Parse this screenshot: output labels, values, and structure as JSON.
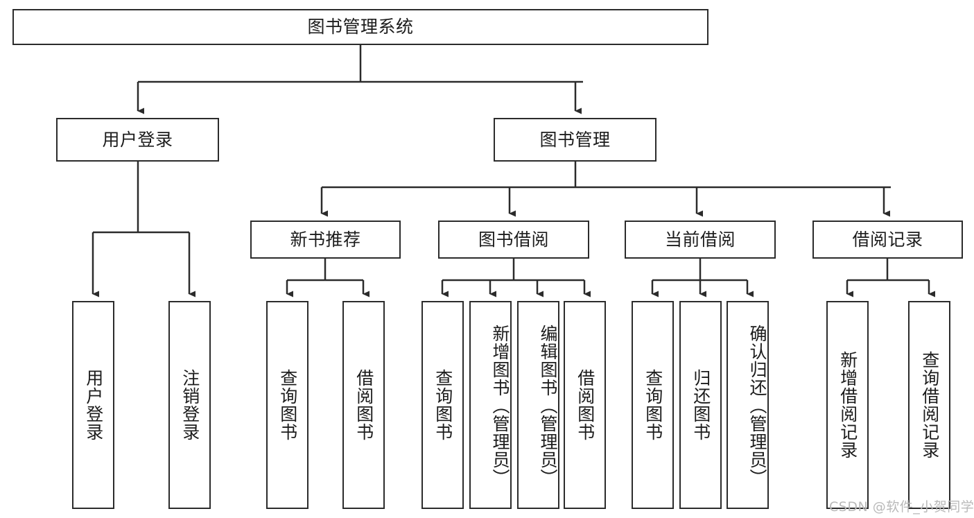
{
  "diagram": {
    "type": "tree",
    "title": "图书管理系统",
    "style": {
      "box_border": "#2b2b2b",
      "box_fill": "#ffffff",
      "line_color": "#2b2b2b",
      "text_color": "#1c1c1c",
      "background": "#ffffff"
    },
    "levels": {
      "root": "图书管理系统",
      "level2": [
        "用户登录",
        "图书管理"
      ],
      "level3": [
        "新书推荐",
        "图书借阅",
        "当前借阅",
        "借阅记录"
      ]
    },
    "nodes": {
      "root": {
        "label": "图书管理系统"
      },
      "user_login": {
        "label": "用户登录"
      },
      "book_manage": {
        "label": "图书管理"
      },
      "new_book_rec": {
        "label": "新书推荐"
      },
      "book_borrow": {
        "label": "图书借阅"
      },
      "current_borrow": {
        "label": "当前借阅"
      },
      "borrow_record": {
        "label": "借阅记录"
      },
      "leaf_user_login": {
        "label": "用户登录"
      },
      "leaf_user_logout": {
        "label": "注销登录"
      },
      "leaf_query_book_1": {
        "label": "查询图书"
      },
      "leaf_borrow_book_1": {
        "label": "借阅图书"
      },
      "leaf_query_book_2": {
        "label": "查询图书"
      },
      "leaf_add_book": {
        "label": "新增图书（管理员）"
      },
      "leaf_edit_book": {
        "label": "编辑图书（管理员）"
      },
      "leaf_borrow_book_2": {
        "label": "借阅图书"
      },
      "leaf_query_book_3": {
        "label": "查询图书"
      },
      "leaf_return_book": {
        "label": "归还图书"
      },
      "leaf_confirm_return": {
        "label": "确认归还（管理员）"
      },
      "leaf_add_record": {
        "label": "新增借阅记录"
      },
      "leaf_query_record": {
        "label": "查询借阅记录"
      }
    },
    "edges": [
      {
        "from": "root",
        "to": "user_login"
      },
      {
        "from": "root",
        "to": "book_manage"
      },
      {
        "from": "user_login",
        "to": "leaf_user_login"
      },
      {
        "from": "user_login",
        "to": "leaf_user_logout"
      },
      {
        "from": "book_manage",
        "to": "new_book_rec"
      },
      {
        "from": "book_manage",
        "to": "book_borrow"
      },
      {
        "from": "book_manage",
        "to": "current_borrow"
      },
      {
        "from": "book_manage",
        "to": "borrow_record"
      },
      {
        "from": "new_book_rec",
        "to": "leaf_query_book_1"
      },
      {
        "from": "new_book_rec",
        "to": "leaf_borrow_book_1"
      },
      {
        "from": "book_borrow",
        "to": "leaf_query_book_2"
      },
      {
        "from": "book_borrow",
        "to": "leaf_add_book"
      },
      {
        "from": "book_borrow",
        "to": "leaf_edit_book"
      },
      {
        "from": "book_borrow",
        "to": "leaf_borrow_book_2"
      },
      {
        "from": "current_borrow",
        "to": "leaf_query_book_3"
      },
      {
        "from": "current_borrow",
        "to": "leaf_return_book"
      },
      {
        "from": "current_borrow",
        "to": "leaf_confirm_return"
      },
      {
        "from": "borrow_record",
        "to": "leaf_add_record"
      },
      {
        "from": "borrow_record",
        "to": "leaf_query_record"
      }
    ]
  },
  "watermark": {
    "text": "CSDN @软件_小贺同学"
  }
}
